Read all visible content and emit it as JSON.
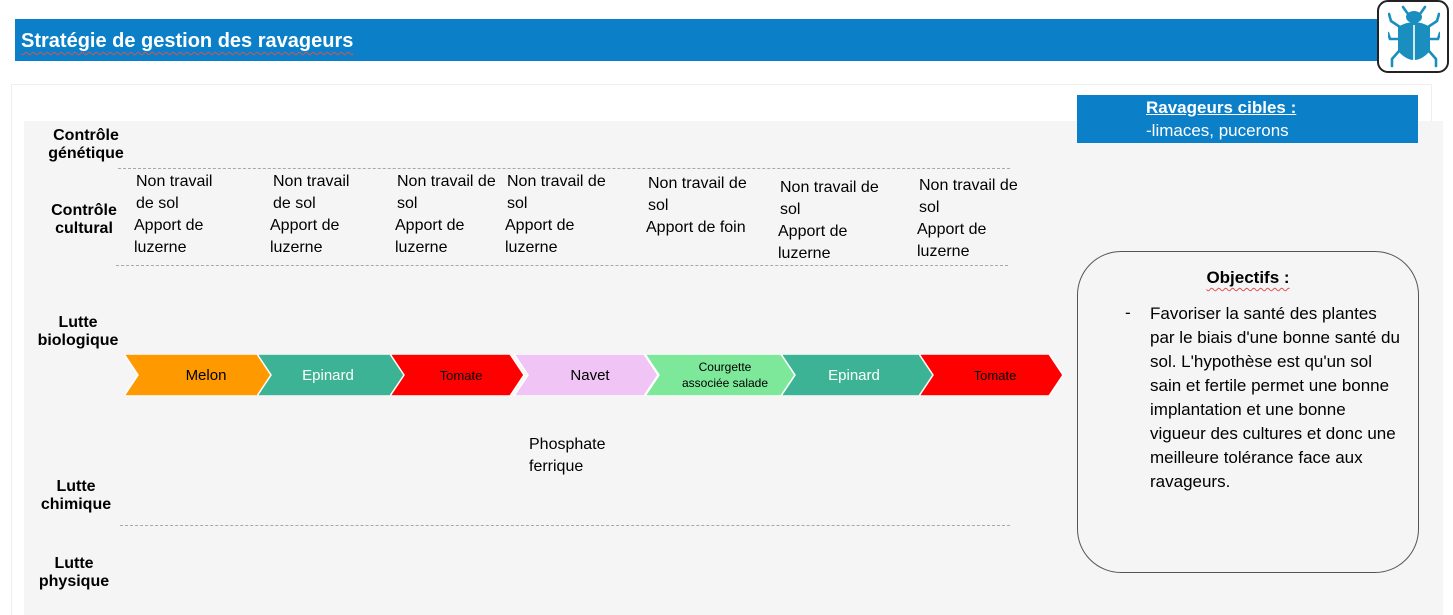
{
  "header": {
    "title": "Stratégie de gestion des ravageurs",
    "icon": "beetle-icon",
    "color": "#0b7fc7"
  },
  "rows": {
    "genetic": {
      "line1": "Contrôle",
      "line2": "génétique"
    },
    "cultural": {
      "line1": "Contrôle",
      "line2": "cultural"
    },
    "biological": {
      "line1": "Lutte",
      "line2": "biologique"
    },
    "chemical": {
      "line1": "Lutte",
      "line2": "chimique"
    },
    "physical": {
      "line1": "Lutte",
      "line2": "physique"
    }
  },
  "cultural_practices": [
    {
      "lines": [
        "Non travail",
        "de sol",
        "Apport de",
        "luzerne"
      ]
    },
    {
      "lines": [
        "Non travail",
        "de sol",
        "Apport de",
        "luzerne"
      ]
    },
    {
      "lines": [
        "Non travail de",
        "sol",
        "Apport de",
        "luzerne"
      ]
    },
    {
      "lines": [
        "Non travail de",
        "sol",
        "Apport de",
        "luzerne"
      ]
    },
    {
      "lines": [
        "Non travail de",
        "sol",
        "Apport de foin"
      ]
    },
    {
      "lines": [
        "Non travail de",
        "sol",
        "Apport de",
        "luzerne"
      ]
    },
    {
      "lines": [
        "Non travail de",
        "sol",
        "Apport de",
        "luzerne"
      ]
    }
  ],
  "rotation": [
    {
      "label": "Melon",
      "color": "#ff9900",
      "text_color": "#000000"
    },
    {
      "label": "Epinard",
      "color": "#3cb394",
      "text_color": "#ffffff"
    },
    {
      "label": "Tomate",
      "color": "#ff0000",
      "text_color": "#000000"
    },
    {
      "label": "Navet",
      "color": "#f0c4f4",
      "text_color": "#000000"
    },
    {
      "label": "Courgette associée salade",
      "color": "#7ee89a",
      "text_color": "#000000"
    },
    {
      "label": "Epinard",
      "color": "#3cb394",
      "text_color": "#ffffff"
    },
    {
      "label": "Tomate",
      "color": "#ff0000",
      "text_color": "#000000"
    }
  ],
  "chemical_control": {
    "line1": "Phosphate",
    "line2": "ferrique"
  },
  "targets": {
    "title": "Ravageurs cibles :",
    "list": "-limaces, pucerons"
  },
  "objectives": {
    "title": "Objectifs :",
    "bullet": "-",
    "text": "Favoriser la santé des plantes par le biais d'une bonne santé du sol. L'hypothèse est qu'un sol sain et fertile permet une bonne implantation et une bonne vigueur des cultures et donc une meilleure tolérance face aux ravageurs."
  }
}
